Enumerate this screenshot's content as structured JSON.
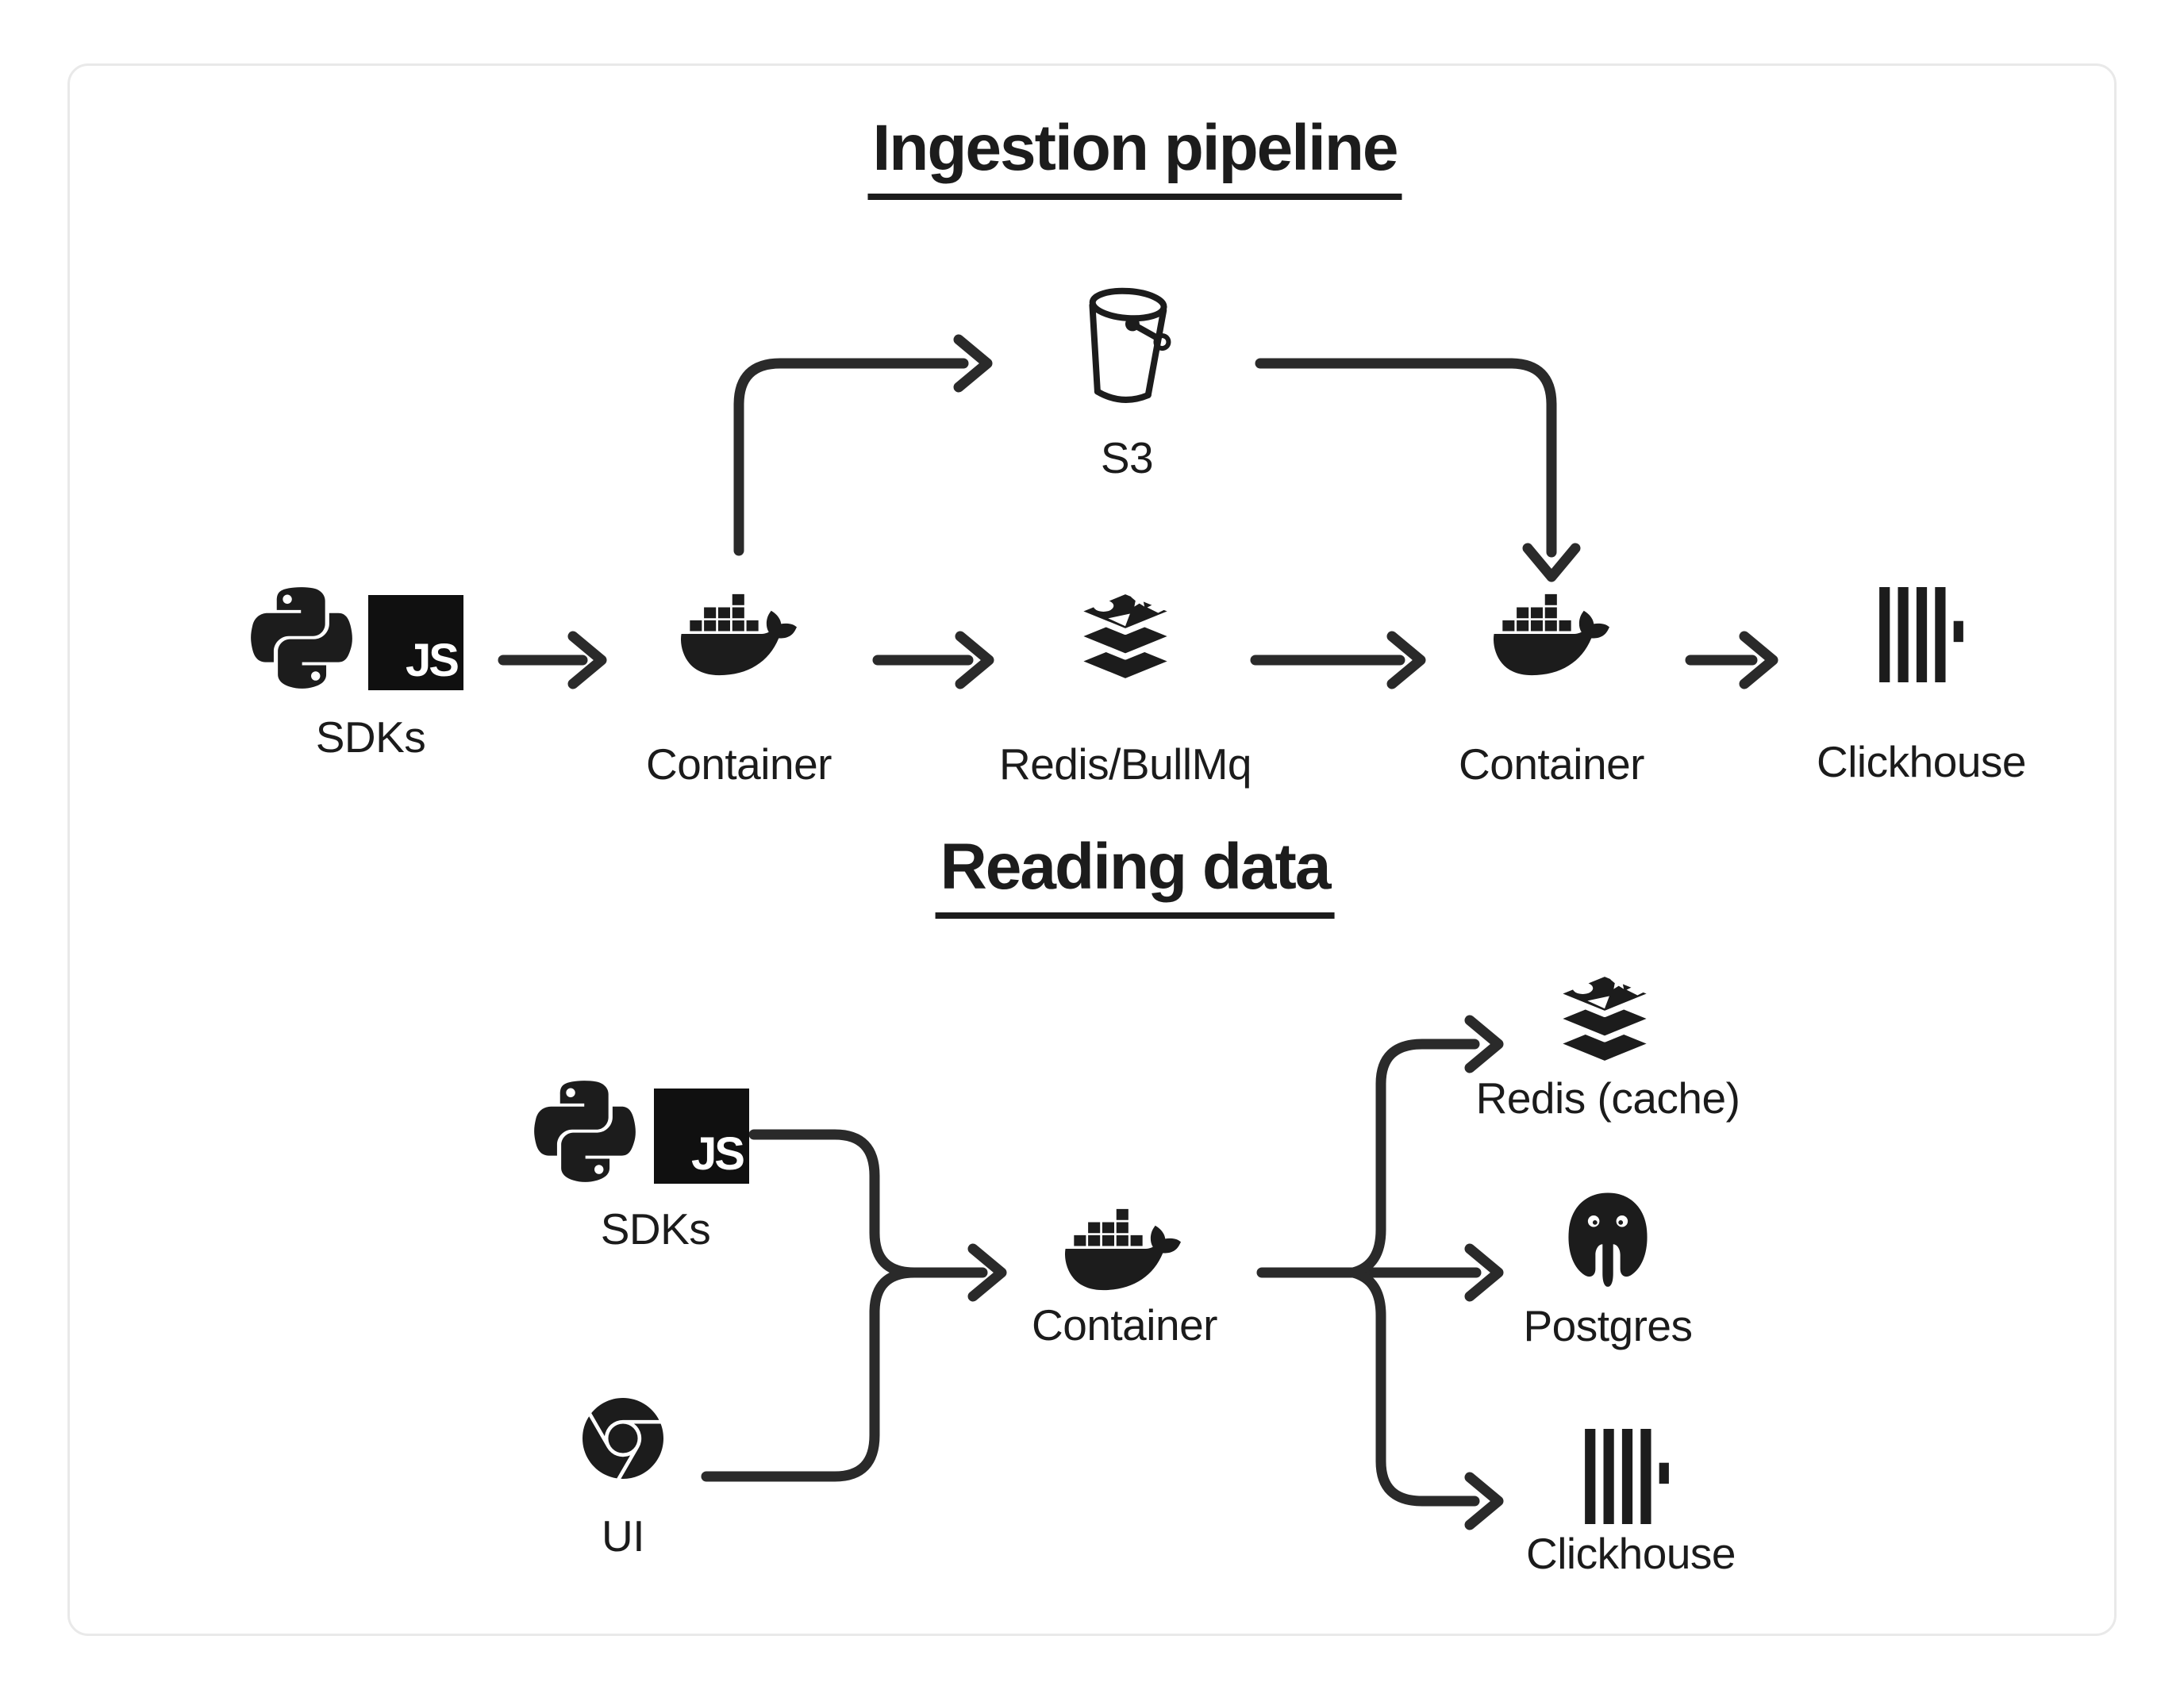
{
  "colors": {
    "ink": "#1c1c1c",
    "line": "#2a2a2a",
    "card_border": "#e9e9e9",
    "background": "#ffffff"
  },
  "icons": {
    "js_monogram": "JS"
  },
  "sections": [
    {
      "title": "Ingestion pipeline",
      "nodes": [
        {
          "id": "sdks",
          "label": "SDKs",
          "icons": [
            "python-icon",
            "javascript-icon"
          ]
        },
        {
          "id": "s3",
          "label": "S3",
          "icons": [
            "s3-bucket-icon"
          ]
        },
        {
          "id": "container-in",
          "label": "Container",
          "icons": [
            "docker-icon"
          ]
        },
        {
          "id": "redis-bullmq",
          "label": "Redis/BullMq",
          "icons": [
            "redis-icon"
          ]
        },
        {
          "id": "container-out",
          "label": "Container",
          "icons": [
            "docker-icon"
          ]
        },
        {
          "id": "clickhouse",
          "label": "Clickhouse",
          "icons": [
            "clickhouse-icon"
          ]
        }
      ],
      "edges": [
        {
          "from": "sdks",
          "to": "container-in"
        },
        {
          "from": "container-in",
          "to": "s3"
        },
        {
          "from": "s3",
          "to": "container-out"
        },
        {
          "from": "container-in",
          "to": "redis-bullmq"
        },
        {
          "from": "redis-bullmq",
          "to": "container-out"
        },
        {
          "from": "container-out",
          "to": "clickhouse"
        }
      ]
    },
    {
      "title": "Reading data",
      "nodes": [
        {
          "id": "sdks",
          "label": "SDKs",
          "icons": [
            "python-icon",
            "javascript-icon"
          ]
        },
        {
          "id": "ui",
          "label": "UI",
          "icons": [
            "chrome-icon"
          ]
        },
        {
          "id": "container",
          "label": "Container",
          "icons": [
            "docker-icon"
          ]
        },
        {
          "id": "redis-cache",
          "label": "Redis (cache)",
          "icons": [
            "redis-icon"
          ]
        },
        {
          "id": "postgres",
          "label": "Postgres",
          "icons": [
            "postgres-icon"
          ]
        },
        {
          "id": "clickhouse",
          "label": "Clickhouse",
          "icons": [
            "clickhouse-icon"
          ]
        }
      ],
      "edges": [
        {
          "from": "sdks",
          "to": "container"
        },
        {
          "from": "ui",
          "to": "container"
        },
        {
          "from": "container",
          "to": "redis-cache"
        },
        {
          "from": "container",
          "to": "postgres"
        },
        {
          "from": "container",
          "to": "clickhouse"
        }
      ]
    }
  ]
}
